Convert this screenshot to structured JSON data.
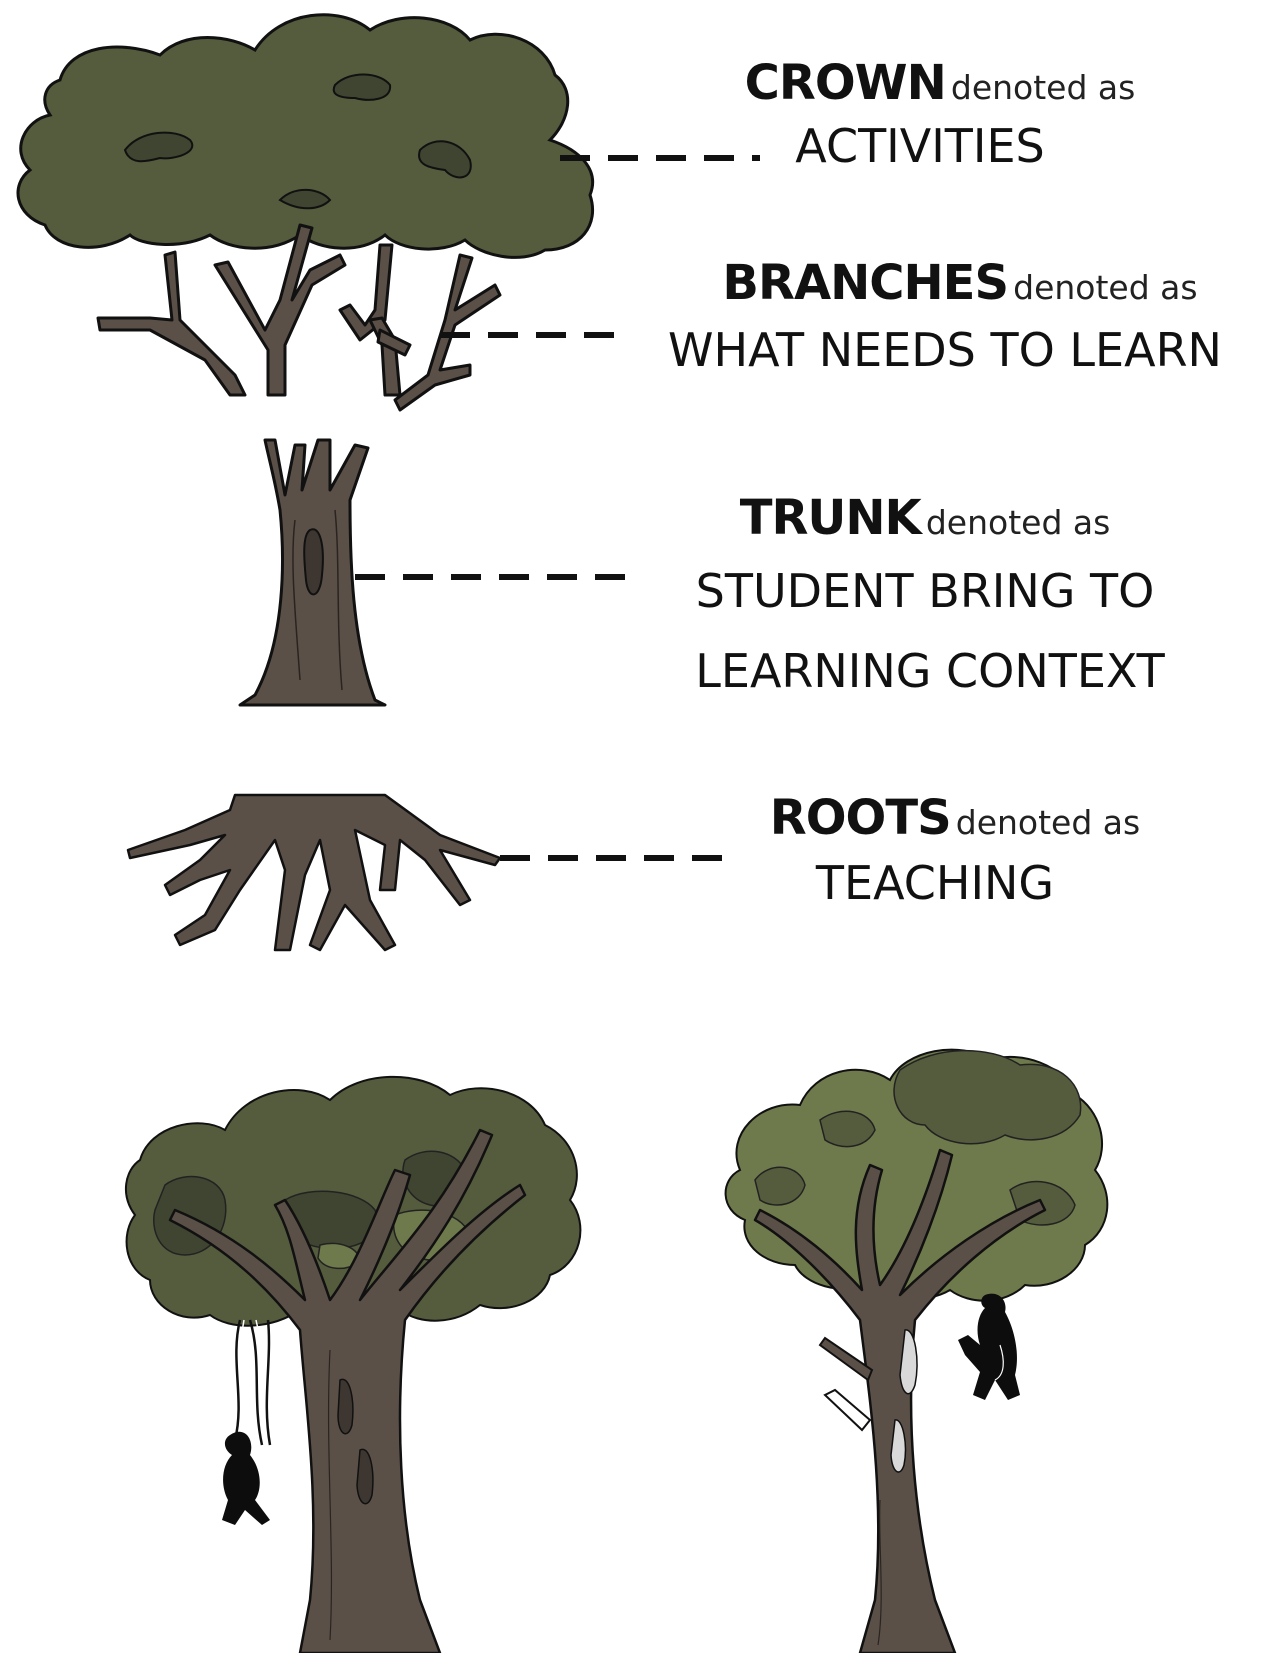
{
  "labels": {
    "crown": {
      "part": "CROWN",
      "denoted": "denoted as",
      "meaning": "ACTIVITIES"
    },
    "branches": {
      "part": "BRANCHES",
      "denoted": "denoted as",
      "meaning": "WHAT NEEDS TO LEARN"
    },
    "trunk": {
      "part": "TRUNK",
      "denoted": "denoted as",
      "meaning_line1": "STUDENT BRING TO",
      "meaning_line2": "LEARNING CONTEXT"
    },
    "roots": {
      "part": "ROOTS",
      "denoted": "denoted as",
      "meaning": "TEACHING"
    }
  },
  "colors": {
    "crown_green": "#545c3d",
    "crown_dark": "#3f4530",
    "light_green": "#6e7a4b",
    "bark_brown": "#5a5048",
    "bark_dark": "#3e3630",
    "outline": "#111111",
    "figure": "#0d0d0d"
  }
}
